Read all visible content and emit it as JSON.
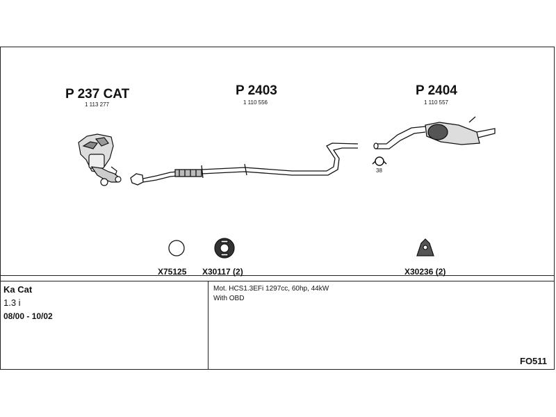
{
  "parts": [
    {
      "code": "P 237 CAT",
      "ref": "1 113 277"
    },
    {
      "code": "P 2403",
      "ref": "1 110 556"
    },
    {
      "code": "P 2404",
      "ref": "1 110 557"
    }
  ],
  "clamp_size": "38",
  "accessories": [
    {
      "code": "X75125",
      "icon": "o-ring-gasket-icon"
    },
    {
      "code": "X30117 (2)",
      "icon": "rubber-hanger-icon"
    },
    {
      "code": "X30236 (2)",
      "icon": "mounting-bracket-icon"
    }
  ],
  "vehicle": {
    "model": "Ka Cat",
    "engine": "1.3 i",
    "years": "08/00 - 10/02"
  },
  "description": {
    "line1": "Mot. HCS1.3EFi 1297cc, 60hp, 44kW",
    "line2": "With OBD"
  },
  "diagram_code": "FO511"
}
